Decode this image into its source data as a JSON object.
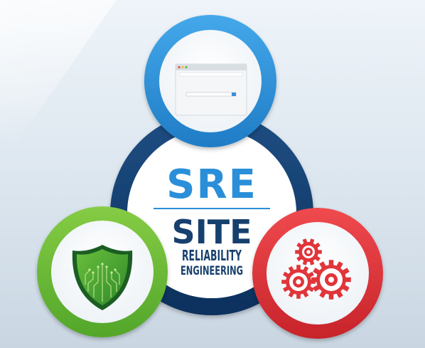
{
  "graphic": {
    "acronym": "SRE",
    "title_line1": "SITE",
    "title_line2": "RELIABILITY",
    "title_line3": "ENGINEERING"
  },
  "colors": {
    "ring": "#123a6b",
    "acronym": "#2a8fd8",
    "title": "#17406f",
    "browser_circle": "#3398dd",
    "security_circle": "#6cbd3a",
    "gears_circle": "#e0353a"
  },
  "icons": {
    "top": "browser-window-icon",
    "left": "shield-circuit-icon",
    "right": "gears-icon"
  }
}
